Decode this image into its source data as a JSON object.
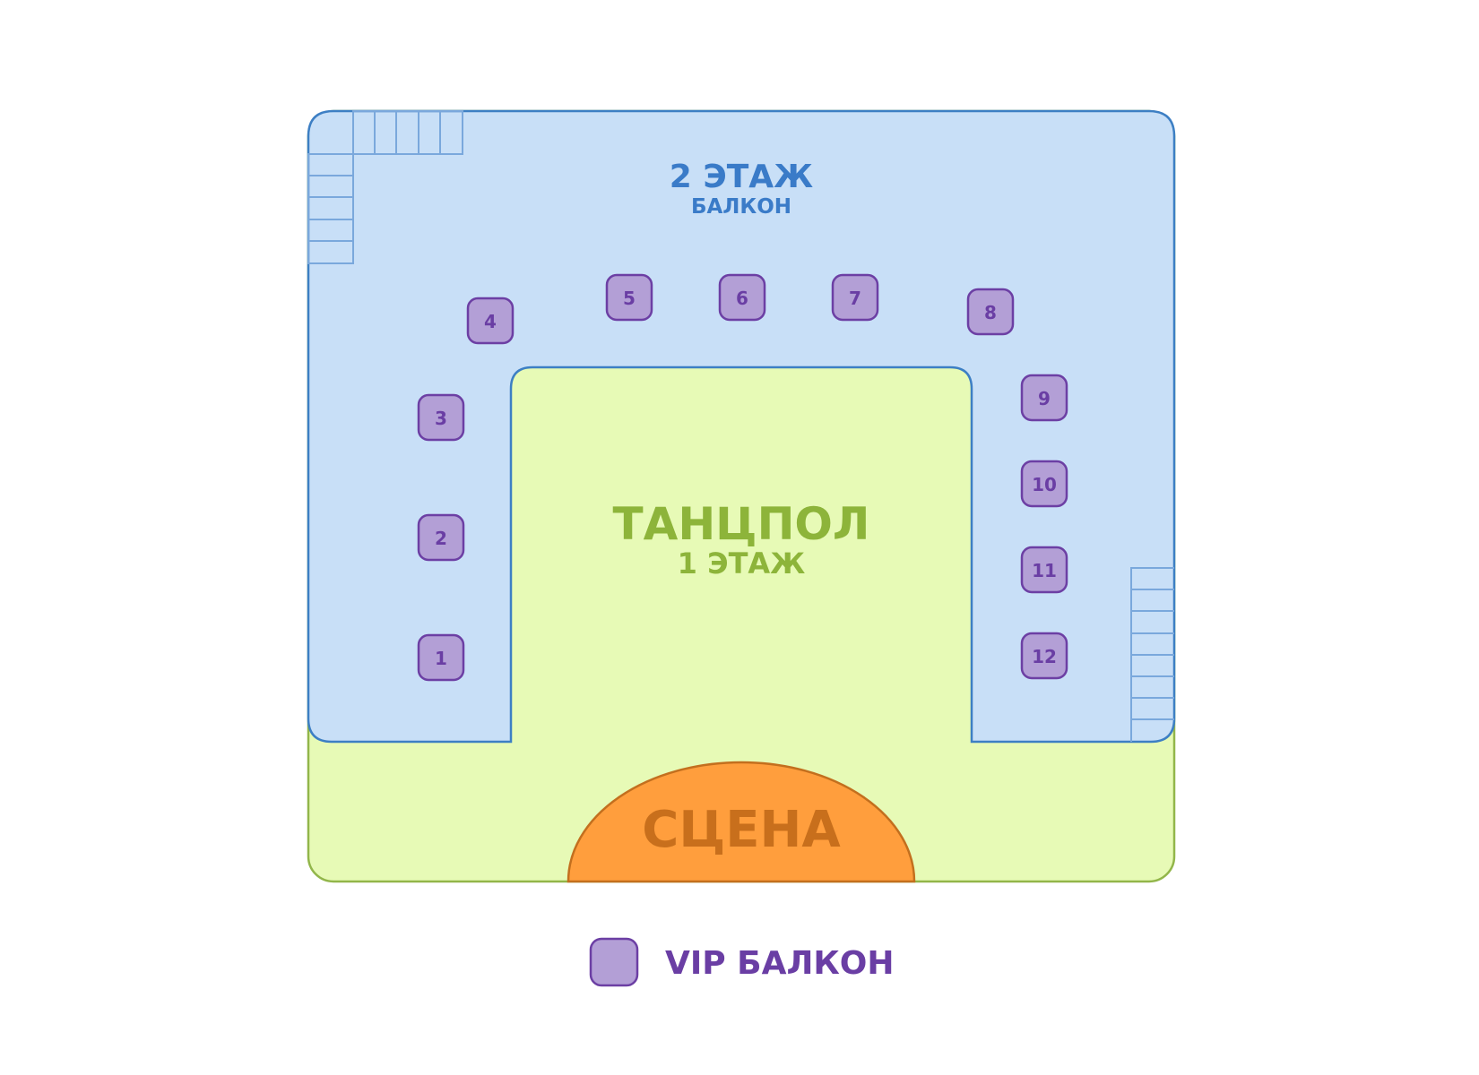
{
  "balcony": {
    "title": "2 ЭТАЖ",
    "subtitle": "БАЛКОН"
  },
  "dancefloor": {
    "title": "ТАНЦПОЛ",
    "subtitle": "1 ЭТАЖ"
  },
  "stage": {
    "label": "СЦЕНА"
  },
  "tables": [
    "1",
    "2",
    "3",
    "4",
    "5",
    "6",
    "7",
    "8",
    "9",
    "10",
    "11",
    "12"
  ],
  "legend": {
    "label": "VIP БАЛКОН"
  },
  "colors": {
    "balcony_fill": "#c8dff7",
    "balcony_stroke": "#3d7fc4",
    "balcony_text": "#3a7bc8",
    "dancefloor_fill": "#e7fab6",
    "dancefloor_stroke": "#92b64a",
    "dancefloor_text": "#8db43a",
    "stage_fill": "#ff9e3d",
    "stage_stroke": "#c36f1e",
    "stage_text": "#c86f1c",
    "vip_fill": "#b39fd6",
    "vip_stroke": "#6c3fa4",
    "vip_text": "#6a3ea4"
  }
}
